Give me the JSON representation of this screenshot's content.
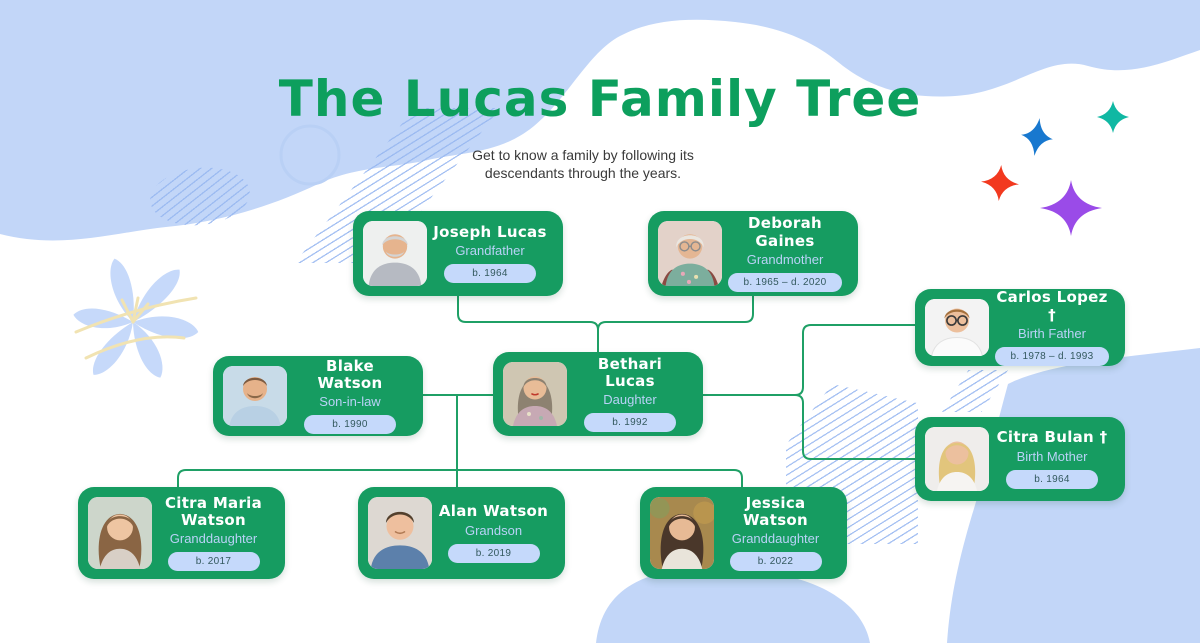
{
  "title": "The Lucas Family Tree",
  "subtitle": "Get to know a family by following its descendants through the years.",
  "people": [
    {
      "name": "Joseph Lucas",
      "role": "Grandfather",
      "dates": "b. 1964"
    },
    {
      "name": "Deborah Gaines",
      "role": "Grandmother",
      "dates": "b. 1965 – d. 2020"
    },
    {
      "name": "Carlos Lopez †",
      "role": "Birth Father",
      "dates": "b. 1978 – d. 1993"
    },
    {
      "name": "Blake Watson",
      "role": "Son-in-law",
      "dates": "b. 1990"
    },
    {
      "name": "Bethari Lucas",
      "role": "Daughter",
      "dates": "b. 1992"
    },
    {
      "name": "Citra Bulan †",
      "role": "Birth Mother",
      "dates": "b. 1964"
    },
    {
      "name": "Citra Maria Watson",
      "role": "Granddaughter",
      "dates": "b. 2017"
    },
    {
      "name": "Alan Watson",
      "role": "Grandson",
      "dates": "b. 2019"
    },
    {
      "name": "Jessica Watson",
      "role": "Granddaughter",
      "dates": "b. 2022"
    }
  ],
  "connections": [
    "Joseph Lucas & Deborah Gaines — parents of Bethari Lucas",
    "Blake Watson — couple line with Bethari Lucas",
    "Bethari Lucas — bracket to Carlos Lopez (Birth Father) and Citra Bulan (Birth Mother)",
    "Blake Watson & Bethari Lucas — children: Citra Maria Watson, Alan Watson, Jessica Watson"
  ],
  "palette": {
    "card_green": "#169c61",
    "title_green": "#0d9f5d",
    "connector_green": "#1fa066",
    "background_blue": "#c2d6f8",
    "badge_background": "#c5d9fb",
    "badge_text": "#33595e",
    "role_text": "#b9d2f7",
    "sparkle_blue": "#1878cf",
    "sparkle_teal": "#10b8a3",
    "sparkle_red": "#f2391f",
    "sparkle_purple": "#9a4be8"
  }
}
